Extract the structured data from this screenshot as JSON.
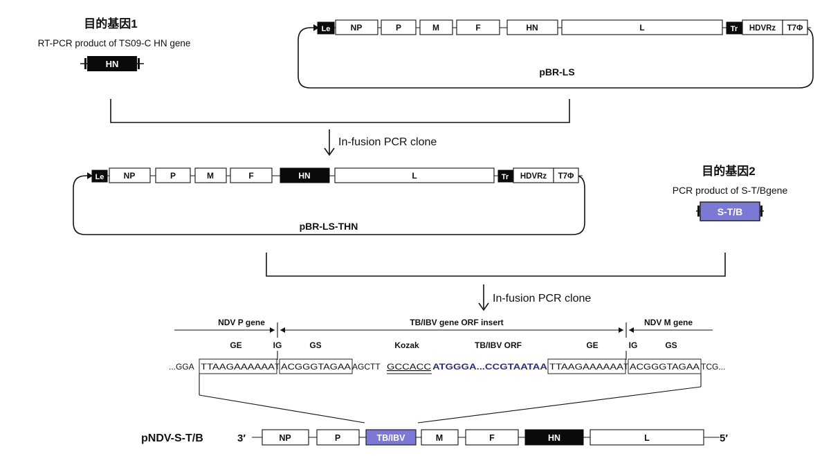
{
  "colors": {
    "insert_fill": "#7b78d6",
    "insert_text_blue": "#2a2f78",
    "black_box": "#0a0a0a"
  },
  "gene1": {
    "title": "目的基因1",
    "subtitle": "RT-PCR product of TS09-C HN gene",
    "insert_label": "HN"
  },
  "plasmid1": {
    "name": "pBR-LS",
    "le": "Le",
    "segments": [
      "NP",
      "P",
      "M",
      "F",
      "HN",
      "L"
    ],
    "tr": "Tr",
    "hdv": "HDVRz",
    "t7": "T7Φ"
  },
  "step1": {
    "label": "In-fusion PCR clone"
  },
  "plasmid2": {
    "name": "pBR-LS-THN",
    "le": "Le",
    "segments": [
      "NP",
      "P",
      "M",
      "F",
      "HN",
      "L"
    ],
    "tr": "Tr",
    "hdv": "HDVRz",
    "t7": "T7Φ"
  },
  "gene2": {
    "title": "目的基因2",
    "subtitle": "PCR product of S-T/Bgene",
    "insert_label": "S-T/B"
  },
  "step2": {
    "label": "In-fusion PCR clone"
  },
  "junction": {
    "left_region": "NDV P gene",
    "middle_region": "TB/IBV gene ORF insert",
    "right_region": "NDV M gene",
    "labels": [
      "GE",
      "IG",
      "GS",
      "Kozak",
      "TB/IBV ORF",
      "GE",
      "IG",
      "GS"
    ],
    "seq": {
      "p1": "...GGA",
      "ge1": "TTAAGAAAAAA",
      "ig1": "T",
      "gs1": "ACGGGTAGAA",
      "link": "AGCTT",
      "kozak": "GCCACC",
      "orf": "ATGGGA...CCGTAATAA",
      "ge2": "TTAAGAAAAAA",
      "ig2": "T",
      "gs2": "ACGGGTAGAA",
      "p2": "TCG..."
    }
  },
  "final": {
    "name": "pNDV-S-T/B",
    "end3": "3′",
    "end5": "5′",
    "segments": [
      "NP",
      "P",
      "TB/IBV",
      "M",
      "F",
      "HN",
      "L"
    ]
  }
}
